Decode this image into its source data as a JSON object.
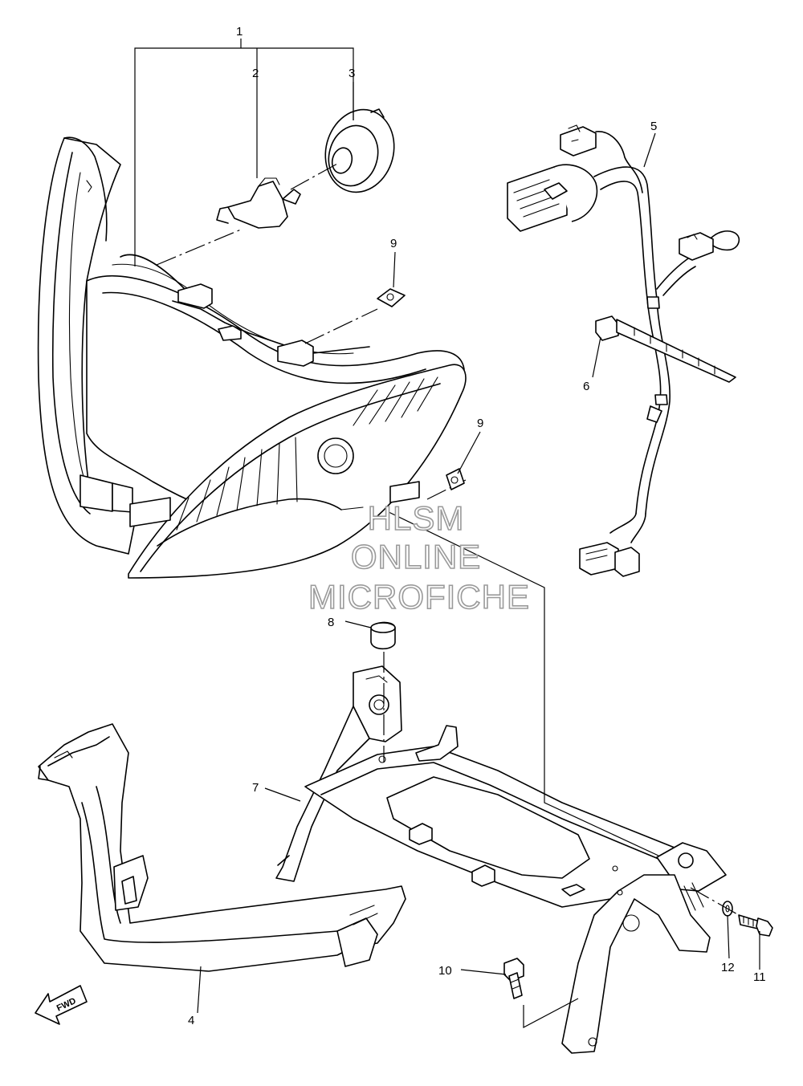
{
  "callouts": [
    {
      "id": "1",
      "label": "1"
    },
    {
      "id": "2",
      "label": "2"
    },
    {
      "id": "3",
      "label": "3"
    },
    {
      "id": "4",
      "label": "4"
    },
    {
      "id": "5",
      "label": "5"
    },
    {
      "id": "6",
      "label": "6"
    },
    {
      "id": "7",
      "label": "7"
    },
    {
      "id": "8",
      "label": "8"
    },
    {
      "id": "9a",
      "label": "9"
    },
    {
      "id": "9b",
      "label": "9"
    },
    {
      "id": "10",
      "label": "10"
    },
    {
      "id": "11",
      "label": "11"
    },
    {
      "id": "12",
      "label": "12"
    }
  ],
  "fwd_arrow_label": "FWD",
  "watermark": {
    "line1": "HLSM",
    "line2": "ONLINE",
    "line3": "MICROFICHE"
  }
}
